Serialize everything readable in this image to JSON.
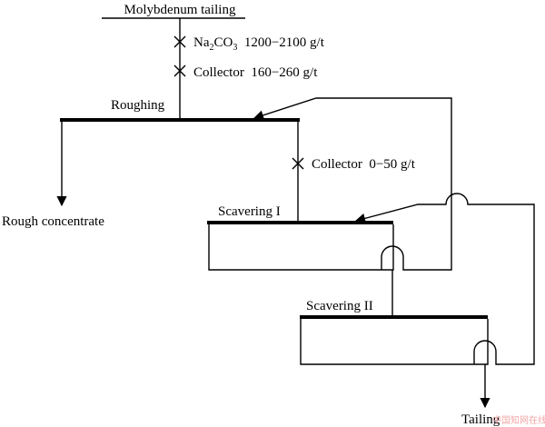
{
  "flowsheet": {
    "feed": "Molybdenum tailing",
    "reagent1": {
      "label": "Na2CO3 1200−2100 g/t",
      "sub_before": "Na",
      "sub": "2",
      "mid": "CO",
      "sub2": "3",
      "after": "  1200−2100 g/t"
    },
    "reagent2": "Collector  160−260 g/t",
    "reagent3": "Collector  0−50 g/t",
    "roughing": "Roughing",
    "rough_concentrate": "Rough concentrate",
    "scavenging1": "Scavering I",
    "scavenging2": "Scavering II",
    "tailing": "Tailing",
    "watermark": "中国知网在线"
  }
}
